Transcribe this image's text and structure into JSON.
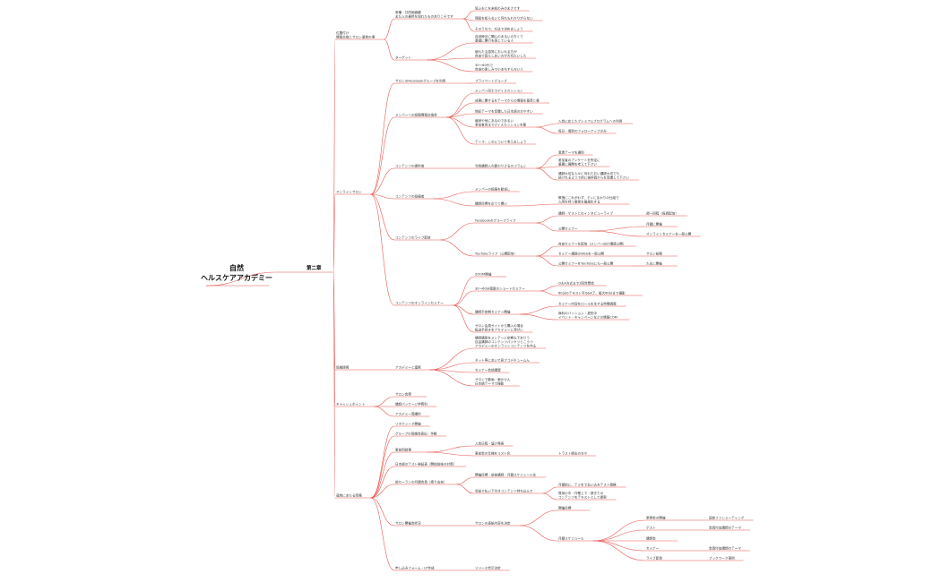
{
  "colors": {
    "edge": "#e8574f",
    "text": "#333333",
    "background": "#ffffff"
  },
  "root": [
    "自然",
    "ヘルスケアアカデミー"
  ],
  "section": "第二章",
  "tree": [
    {
      "id": "b1",
      "lines": [
        "位置付け",
        "情報交換とサロン運営の場"
      ],
      "children": [
        {
          "id": "b1a",
          "lines": [
            "常備・共同価値観",
            "まだ入の最終を知れたものありこそです"
          ],
          "children": [
            {
              "id": "b1a1",
              "lines": [
                "協ふおとを未知のみのまさです"
              ]
            },
            {
              "id": "b1a2",
              "lines": [
                "理屈を知らないと何れもわかりがらない"
              ]
            },
            {
              "id": "b1a3",
              "lines": [
                "そのうちで、方法で決めましょう"
              ]
            }
          ]
        },
        {
          "id": "b1b",
          "lines": [
            "ターゲット"
          ],
          "children": [
            {
              "id": "b1b1",
              "lines": [
                "自然療法に関心のあるいの方くで",
                "基礎に関行を感じている人"
              ]
            },
            {
              "id": "b1b2",
              "lines": [
                "疲れたる感覚においれる方が",
                "自由で暮らしあい方が大切だいした"
              ]
            },
            {
              "id": "b1b3",
              "lines": [
                "30～60代で",
                "自由の楽しみで小あちすら方い人"
              ]
            }
          ]
        }
      ]
    },
    {
      "id": "b2",
      "lines": [
        "オンラインサロン"
      ],
      "children": [
        {
          "id": "b2a",
          "lines": [
            "サロンのFacebookグループを利用"
          ],
          "children": [
            {
              "id": "b2a1",
              "lines": [
                "プライベートグループ"
              ]
            }
          ]
        },
        {
          "id": "b2b",
          "lines": [
            "メンバーへの投稿情報交換会"
          ],
          "children": [
            {
              "id": "b2b1",
              "lines": [
                "メンバー同士でディスカッション"
              ]
            },
            {
              "id": "b2b2",
              "lines": [
                "成果に関するをテーマからの情報を基準と集"
              ]
            },
            {
              "id": "b2b3",
              "lines": [
                "他記テーマを意識した日本語の方やすい"
              ]
            },
            {
              "id": "b2b4",
              "lines": [
                "継続や他にあるのであるい",
                "参加者自主でディスカッションを集"
              ],
              "children": [
                {
                  "id": "b2b4a",
                  "lines": [
                    "入会に応じたプレミアムプログラムへの利用"
                  ]
                },
                {
                  "id": "b2b4b",
                  "lines": [
                    "毎日・個別のフォローアップのみ"
                  ]
                }
              ]
            },
            {
              "id": "b2b5",
              "lines": [
                "テーマ：このについて考えましょう"
              ]
            }
          ]
        },
        {
          "id": "b2c",
          "lines": [
            "コンテンツの提供者"
          ],
          "children": [
            {
              "id": "b2c1",
              "lines": [
                "当我講師入れ替わりさるのコラムン"
              ],
              "children": [
                {
                  "id": "b2c1a",
                  "lines": [
                    "恩恵テーマを選別"
                  ]
                },
                {
                  "id": "b2c1b",
                  "lines": [
                    "参加者のアンケートを所定に",
                    "重要に展開を考えて下さい"
                  ]
                },
                {
                  "id": "b2c1c",
                  "lines": [
                    "講師大切な人々に何れたおい講師大切でも",
                    "続けれるようで的に後評価からを意識して下さい"
                  ]
                }
              ]
            }
          ]
        },
        {
          "id": "b2d",
          "lines": [
            "コンテンツの投稿者"
          ],
          "children": [
            {
              "id": "b2d1",
              "lines": [
                "メンバーの投稿を歓迎し"
              ]
            },
            {
              "id": "b2d2",
              "lines": [
                "講師目標を企てて欄い"
              ],
              "children": [
                {
                  "id": "b2d2a",
                  "lines": [
                    "教授にこれがわず、ディにまわりの仕組で",
                    "入用を持つ事態を最高化する"
                  ]
                }
              ]
            }
          ]
        },
        {
          "id": "b2e",
          "lines": [
            "コンテンツのライブ配信"
          ],
          "children": [
            {
              "id": "b2e1",
              "lines": [
                "Facebookのグループライブ"
              ],
              "children": [
                {
                  "id": "b2e1a",
                  "lines": [
                    "講師・ゲストとのインタビューライブ"
                  ],
                  "children": [
                    {
                      "id": "b2e1a1",
                      "lines": [
                        "週一回程（毎週配信）"
                      ]
                    }
                  ]
                },
                {
                  "id": "b2e1b",
                  "lines": [
                    "公開セミナー"
                  ],
                  "children": [
                    {
                      "id": "b2e1b1",
                      "lines": [
                        "月額に開催"
                      ]
                    },
                    {
                      "id": "b2e1b2",
                      "lines": [
                        "オンラインセミナーを一般公開"
                      ]
                    }
                  ]
                }
              ]
            },
            {
              "id": "b2e2",
              "lines": [
                "YouTubeライブ（公開配信）"
              ],
              "children": [
                {
                  "id": "b2e2a",
                  "lines": [
                    "自由セミナーを配信（メンバー向け講座公開）"
                  ]
                },
                {
                  "id": "b2e2b",
                  "lines": [
                    "セミナー講座のWebを一般公開"
                  ],
                  "children": [
                    {
                      "id": "b2e2b1",
                      "lines": [
                        "サロン総務"
                      ]
                    }
                  ]
                },
                {
                  "id": "b2e2c",
                  "lines": [
                    "公開セミナーをYouTubeにも一般公開"
                  ],
                  "children": [
                    {
                      "id": "b2e2c1",
                      "lines": [
                        "たまに開催"
                      ]
                    }
                  ]
                }
              ]
            }
          ]
        },
        {
          "id": "b2f",
          "lines": [
            "コンテンツのオンラインセミナー"
          ],
          "children": [
            {
              "id": "b2f1",
              "lines": [
                "ZOOM開催"
              ]
            },
            {
              "id": "b2f2",
              "lines": [
                "30～60分程度のショートセミナー"
              ],
              "children": [
                {
                  "id": "b2f2a",
                  "lines": [
                    "Q＆A方式まで2回質問会"
                  ]
                },
                {
                  "id": "b2f2b",
                  "lines": [
                    "60分のテキスト可Q&A了、複大60分まで撮影"
                  ]
                }
              ]
            },
            {
              "id": "b2f3",
              "lines": [
                "講師不定期セミナー開催"
              ],
              "children": [
                {
                  "id": "b2f3a",
                  "lines": [
                    "セミナー内容をロールを生する時間調整"
                  ]
                },
                {
                  "id": "b2f3b",
                  "lines": [
                    "無料のバッション・夏的中",
                    "イベント・キャンペーンなどの情報COM"
                  ]
                }
              ]
            },
            {
              "id": "b2f4",
              "lines": [
                "サロン会員サイトから購入の場合",
                "転送手続きをアカデミーに混ぜい"
              ]
            }
          ]
        }
      ]
    },
    {
      "id": "b3",
      "lines": [
        "協働提携"
      ],
      "children": [
        {
          "id": "b3a",
          "lines": [
            "アカデミーと連携"
          ],
          "children": [
            {
              "id": "b3a1",
              "lines": [
                "講師講座をメンテーに定期も下ありう",
                "自由講師のコンテンツパッケジとこうつ",
                "アカデミーのオンラインコンテンツを作る"
              ]
            },
            {
              "id": "b3a2",
              "lines": [
                "ネット等にあいで見プコデチュームん"
              ]
            },
            {
              "id": "b3a3",
              "lines": [
                "セミナー会話講習"
              ]
            },
            {
              "id": "b3a4",
              "lines": [
                "サロンで動画・案かけん",
                "日本語テーマで撮影"
              ]
            }
          ]
        }
      ]
    },
    {
      "id": "b4",
      "lines": [
        "キャッシュポイント"
      ],
      "children": [
        {
          "id": "b4a",
          "lines": [
            "サロン会費"
          ]
        },
        {
          "id": "b4b",
          "lines": [
            "講師パッケージ学費料"
          ]
        },
        {
          "id": "b4c",
          "lines": [
            "アカデミー受講料"
          ]
        }
      ]
    },
    {
      "id": "b5",
      "lines": [
        "運営にあたる準備"
      ],
      "children": [
        {
          "id": "b5a",
          "lines": [
            "リネクシード開催"
          ]
        },
        {
          "id": "b5b",
          "lines": [
            "グループの協議会表記・作戦"
          ]
        },
        {
          "id": "b5c",
          "lines": [
            "事前回結果"
          ],
          "children": [
            {
              "id": "b5c1",
              "lines": [
                "入会日程・届け発表"
              ]
            },
            {
              "id": "b5c2",
              "lines": [
                "事前会の仕様をリスト化"
              ],
              "children": [
                {
                  "id": "b5c2a",
                  "lines": [
                    "トラスト提出の方々"
                  ]
                }
              ]
            }
          ]
        },
        {
          "id": "b5d",
          "lines": [
            "日本語のテスト検証表（開始前後の対策）"
          ]
        },
        {
          "id": "b5e",
          "lines": [
            "前セーランの月額会員（把り出来）"
          ],
          "children": [
            {
              "id": "b5e1",
              "lines": [
                "開催目標・前後講師・月額スケジュール化"
              ]
            },
            {
              "id": "b5e2",
              "lines": [
                "収益で払い下付きコンテンツ持ち込んで"
              ],
              "children": [
                {
                  "id": "b5e2a",
                  "lines": [
                    "月額前に、テミをで払い込みテスト価格"
                  ]
                },
                {
                  "id": "b5e2b",
                  "lines": [
                    "費用の中・作業上で・懸ぎたの",
                    "コンテンツをテキストとして提案"
                  ]
                }
              ]
            }
          ]
        },
        {
          "id": "b5f",
          "lines": [
            "サロン開催会状況"
          ],
          "children": [
            {
              "id": "b5f1",
              "lines": [
                "サロンの表紙内容を決定"
              ],
              "children": [
                {
                  "id": "b5f1a",
                  "lines": [
                    "開催目標"
                  ]
                },
                {
                  "id": "b5f1b",
                  "lines": [
                    "月額スケジュール"
                  ],
                  "children": [
                    {
                      "id": "b5f1b1",
                      "lines": [
                        "単発会の開催"
                      ],
                      "children": [
                        {
                          "id": "b5f1b1a",
                          "lines": [
                            "固定ファンミーティング"
                          ]
                        }
                      ]
                    },
                    {
                      "id": "b5f1b2",
                      "lines": [
                        "ゲスト"
                      ],
                      "children": [
                        {
                          "id": "b5f1b2a",
                          "lines": [
                            "会員付加講師のテーマ"
                          ]
                        }
                      ]
                    },
                    {
                      "id": "b5f1b3",
                      "lines": [
                        "講師会"
                      ]
                    },
                    {
                      "id": "b5f1b4",
                      "lines": [
                        "セミナー"
                      ],
                      "children": [
                        {
                          "id": "b5f1b4a",
                          "lines": [
                            "会員付加講師のテーマ"
                          ]
                        }
                      ]
                    },
                    {
                      "id": "b5f1b5",
                      "lines": [
                        "ライブ配信"
                      ],
                      "children": [
                        {
                          "id": "b5f1b5a",
                          "lines": [
                            "ブックワーク事例"
                          ]
                        }
                      ]
                    }
                  ]
                }
              ]
            }
          ]
        },
        {
          "id": "b5g",
          "lines": [
            "申し込みフォーム・LP作成"
          ],
          "children": [
            {
              "id": "b5g1",
              "lines": [
                "リリース告示決定"
              ]
            }
          ]
        }
      ]
    }
  ]
}
